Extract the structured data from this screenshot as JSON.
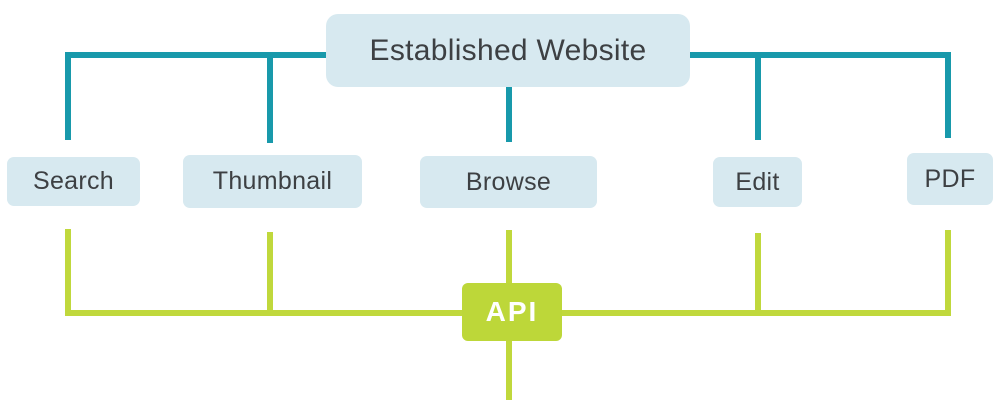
{
  "diagram": {
    "root": {
      "label": "Established Website"
    },
    "features": [
      {
        "label": "Search"
      },
      {
        "label": "Thumbnail"
      },
      {
        "label": "Browse"
      },
      {
        "label": "Edit"
      },
      {
        "label": "PDF"
      }
    ],
    "api": {
      "label": "API"
    },
    "colors": {
      "top_connector_teal": "#1899ab",
      "bottom_connector_green": "#c0d83c",
      "node_fill": "#d7e9f0",
      "node_text": "#3d4043",
      "api_fill": "#bdd739",
      "api_text": "#ffffff"
    }
  }
}
